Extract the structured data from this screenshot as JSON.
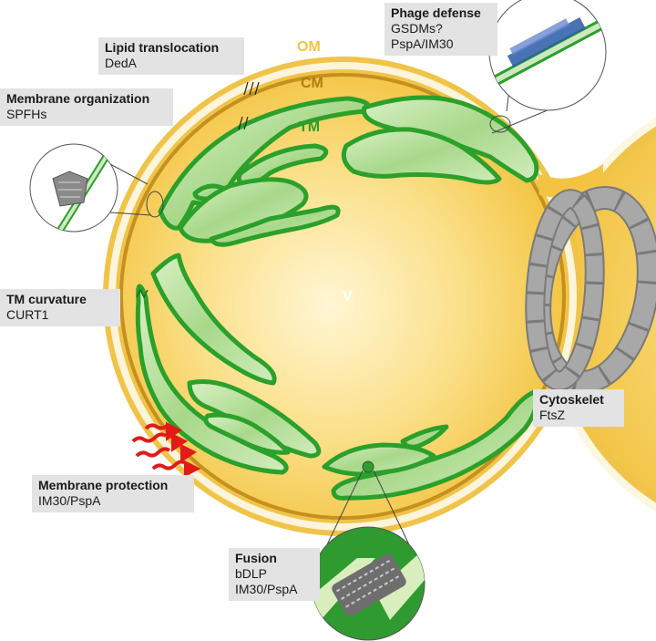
{
  "layer_labels": {
    "om": "OM",
    "cm": "CM",
    "tm": "TM",
    "v": "V"
  },
  "callouts": {
    "lipid": {
      "title": "Lipid translocation",
      "lines": [
        "DedA"
      ]
    },
    "membrane": {
      "title": "Membrane organization",
      "lines": [
        "SPFHs"
      ]
    },
    "phage": {
      "title": "Phage defense",
      "lines": [
        "GSDMs?",
        "PspA/IM30"
      ]
    },
    "curvature": {
      "title": "TM curvature",
      "lines": [
        "CURT1"
      ]
    },
    "cytoskelet": {
      "title": "Cytoskelet",
      "lines": [
        "FtsZ"
      ]
    },
    "protection": {
      "title": "Membrane protection",
      "lines": [
        "IM30/PspA"
      ]
    },
    "fusion": {
      "title": "Fusion",
      "lines": [
        "bDLP",
        "IM30/PspA"
      ]
    }
  },
  "colors": {
    "cell_fill": "#f6cf5a",
    "outer_membrane": "#f0c44c",
    "cytoplasmic_membrane": "#c28a1a",
    "thylakoid_stroke": "#2ba02b",
    "thylakoid_fill": "#b4e09a",
    "filament": "#9a9a9a",
    "label_box": "#e3e3e3",
    "stress_arrow": "#e11a1a"
  },
  "icons": [
    "membrane-zoom-icon",
    "phage-zoom-icon",
    "fusion-zoom-icon",
    "dedA-arrows-icon",
    "stress-arrows-icon"
  ]
}
